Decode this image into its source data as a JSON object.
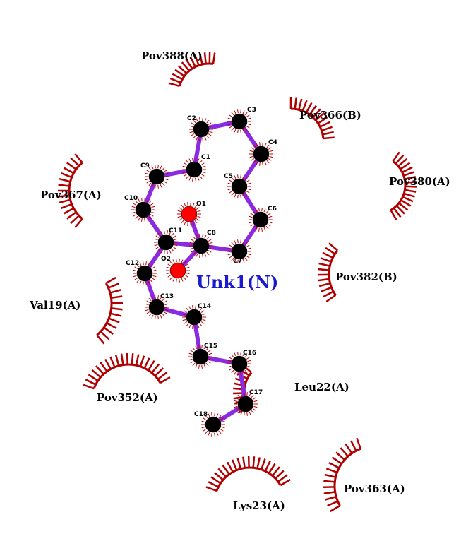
{
  "colors": {
    "bond": "#8a2be2",
    "carbon": "#000000",
    "oxygen": "#ff0000",
    "hydrophobic_arc": "#b00000",
    "ligand_label": "#1a1acc"
  },
  "ligand": {
    "name": "Unk1(N)"
  },
  "atoms": [
    "C1",
    "C2",
    "C3",
    "C4",
    "C5",
    "C6",
    "C7",
    "C8",
    "C9",
    "C10",
    "C11",
    "C12",
    "C13",
    "C14",
    "C15",
    "C16",
    "C17",
    "C18",
    "O1",
    "O2"
  ],
  "residues": [
    "Pov388(A)",
    "Pov366(B)",
    "Pov367(A)",
    "Pov380(A)",
    "Pov382(B)",
    "Val19(A)",
    "Pov352(A)",
    "Leu22(A)",
    "Lys23(A)",
    "Pov363(A)"
  ]
}
